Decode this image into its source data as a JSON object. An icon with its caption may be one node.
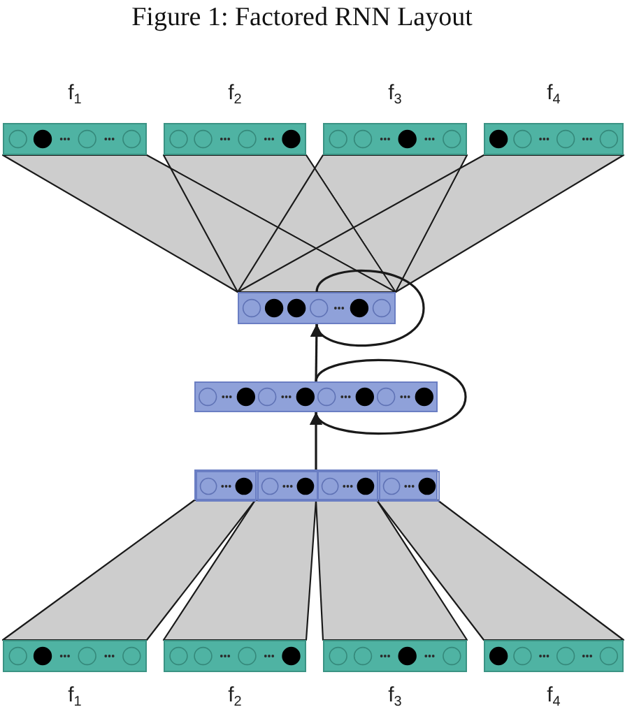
{
  "diagram": {
    "caption": "Figure 1: Factored RNN Layout",
    "nodes": [
      {
        "text": [
          "f$_{1}$"
        ]
      },
      {
        "text": [
          "f$_{2}$"
        ]
      },
      {
        "text": [
          "f$_{3}$"
        ]
      },
      {
        "text": [
          "f$_{4}$"
        ]
      },
      {
        "text": [],
        "shape": "box"
      },
      {
        "text": [],
        "shape": "box"
      },
      {
        "text": [],
        "shape": "bar"
      },
      {
        "text": [],
        "shape": "box",
        "in": 6
      },
      {
        "text": [],
        "shape": "box",
        "in": 6
      },
      {
        "text": [],
        "shape": "box",
        "in": 6
      },
      {
        "text": [],
        "shape": "box",
        "in": 6
      },
      {
        "text": [
          "f$_{1}$"
        ]
      },
      {
        "text": [
          "f$_{2}$"
        ]
      },
      {
        "text": [
          "f$_{3}$"
        ]
      },
      {
        "text": [
          "f$_{4}$"
        ]
      }
    ],
    "edges": [
      {
        "from": 4,
        "to": 0,
        "arrow": "none"
      },
      {
        "from": 4,
        "to": 1,
        "arrow": "none"
      },
      {
        "from": 4,
        "to": 2,
        "arrow": "none"
      },
      {
        "from": 4,
        "to": 3,
        "arrow": "none"
      },
      {
        "from": 4,
        "to": 4,
        "arrow": "to"
      },
      {
        "from": 5,
        "to": 4,
        "arrow": "to"
      },
      {
        "from": 5,
        "to": 5,
        "arrow": "to"
      },
      {
        "from": 6,
        "to": 5,
        "arrow": "to"
      },
      {
        "from": 11,
        "to": 7,
        "arrow": "none"
      },
      {
        "from": 12,
        "to": 8,
        "arrow": "none"
      },
      {
        "from": 13,
        "to": 9,
        "arrow": "none"
      },
      {
        "from": 14,
        "to": 10,
        "arrow": "none"
      }
    ]
  }
}
